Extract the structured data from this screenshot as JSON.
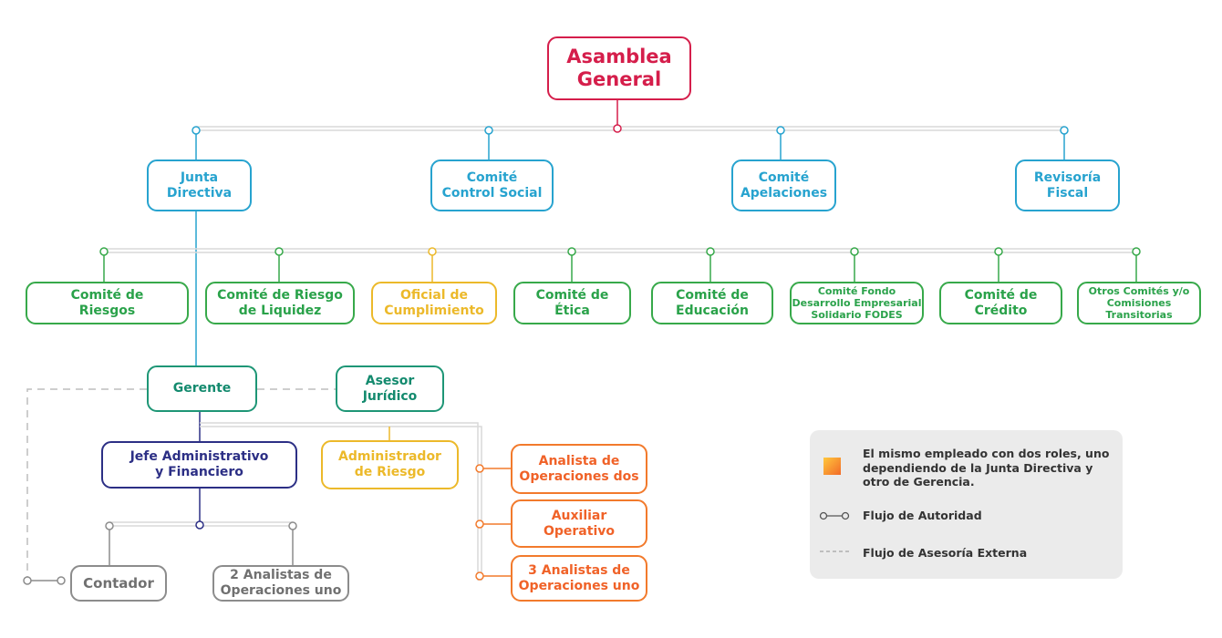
{
  "colors": {
    "crimson": "#d51e4b",
    "blue": "#27a3cf",
    "green": "#37a94a",
    "gold": "#ecb92a",
    "teal": "#1e9676",
    "navy": "#2c2f85",
    "orange": "#f27a2c",
    "gray": "#8c8c8c"
  },
  "org": {
    "asamblea": "Asamblea\nGeneral",
    "level1": {
      "junta": "Junta\nDirectiva",
      "control_social": "Comité\nControl Social",
      "apelaciones": "Comité\nApelaciones",
      "revisoria": "Revisoría\nFiscal"
    },
    "committees": {
      "riesgos": "Comité de\nRiesgos",
      "riesgo_liquidez": "Comité de Riesgo\nde Liquidez",
      "oficial_cumplimiento": "Oficial de\nCumplimiento",
      "etica": "Comité de\nÉtica",
      "educacion": "Comité de\nEducación",
      "fodes": "Comité Fondo\nDesarrollo Empresarial\nSolidario FODES",
      "credito": "Comité de\nCrédito",
      "otros": "Otros Comités y/o\nComisiones\nTransitorias"
    },
    "gerente": "Gerente",
    "asesor_juridico": "Asesor\nJurídico",
    "jefe_admin": "Jefe Administrativo\ny Financiero",
    "admin_riesgo": "Administrador\nde Riesgo",
    "analista_dos": "Analista de\nOperaciones dos",
    "auxiliar": "Auxiliar\nOperativo",
    "analistas_uno_3": "3 Analistas de\nOperaciones uno",
    "contador": "Contador",
    "analistas_uno_2": "2 Analistas de\nOperaciones uno"
  },
  "legend": {
    "dual_role": "El mismo empleado con dos roles, uno\ndependiendo de la Junta Directiva y\notro de Gerencia.",
    "authority": "Flujo de Autoridad",
    "external": "Flujo de Asesoría Externa"
  }
}
